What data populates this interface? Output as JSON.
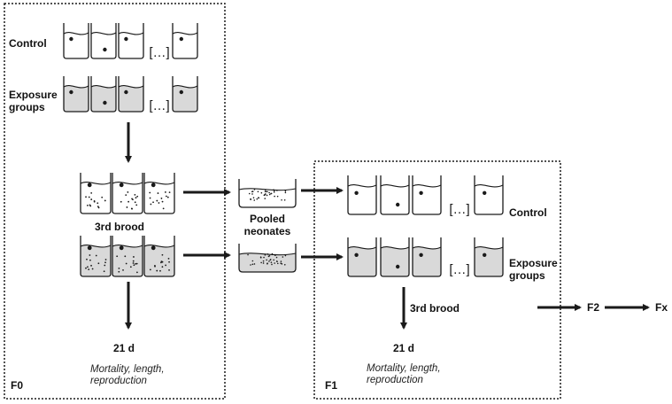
{
  "colors": {
    "line": "#1a1a1a",
    "exposure_fill": "#d9d9d9",
    "background": "#ffffff"
  },
  "f0": {
    "panel_label": "F0",
    "control_label": "Control",
    "exposure_label_line1": "Exposure",
    "exposure_label_line2": "groups",
    "ellipsis": "[…]",
    "brood_label": "3rd brood",
    "duration": "21 d",
    "endpoints_line1": "Mortality, length,",
    "endpoints_line2": "reproduction"
  },
  "pooled": {
    "line1": "Pooled",
    "line2": "neonates"
  },
  "f1": {
    "panel_label": "F1",
    "control_label": "Control",
    "exposure_label_line1": "Exposure",
    "exposure_label_line2": "groups",
    "ellipsis": "[…]",
    "brood_label": "3rd brood",
    "duration": "21 d",
    "endpoints_line1": "Mortality, length,",
    "endpoints_line2": "reproduction"
  },
  "next_generations": {
    "f2": "F2",
    "fx": "Fx"
  }
}
